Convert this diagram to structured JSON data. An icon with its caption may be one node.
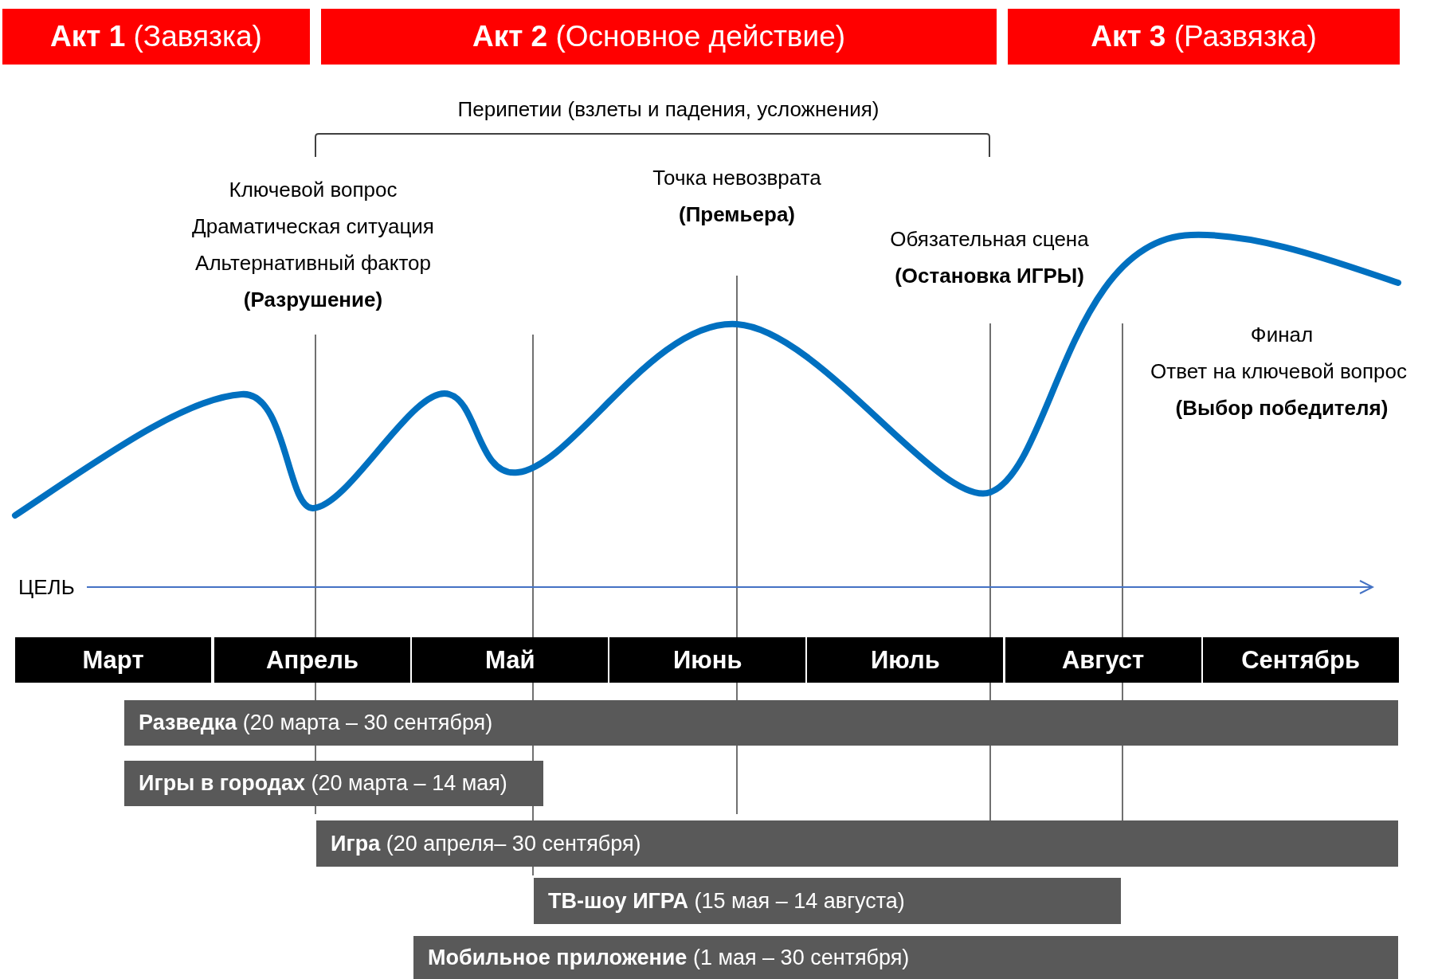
{
  "diagram": {
    "nodes": [
      {
        "text": [
          "**Акт 1** (Завязка)"
        ]
      },
      {
        "text": [
          "**Акт 2** (Основное действие)"
        ]
      },
      {
        "text": [
          "**Акт 3** (Развязка)"
        ]
      },
      {
        "text": [
          "Март"
        ]
      },
      {
        "text": [
          "Апрель"
        ]
      },
      {
        "text": [
          "Май"
        ]
      },
      {
        "text": [
          "Июнь"
        ]
      },
      {
        "text": [
          "Июль"
        ]
      },
      {
        "text": [
          "Август"
        ]
      },
      {
        "text": [
          "Сентябрь"
        ]
      },
      {
        "text": [
          "**Разведка** (20 марта – 30 сентября)"
        ]
      },
      {
        "text": [
          "**Игры в городах** (20 марта – 14 мая)"
        ]
      },
      {
        "text": [
          "**Игра** (20 апреля– 30 сентября)"
        ]
      },
      {
        "text": [
          "**ТВ-шоу ИГРА** (15 мая – 14 августа)"
        ]
      },
      {
        "text": [
          "**Мобильное приложение** (1 мая – 30 сентября)"
        ]
      }
    ],
    "labels": [
      "Перипетии (взлеты и падения, усложнения)",
      "Ключевой вопрос",
      "Драматическая ситуация",
      "Альтернативный фактор",
      "(Разрушение)",
      "Точка невозврата",
      "(Премьера)",
      "Обязательная сцена",
      "(Остановка ИГРЫ)",
      "Финал",
      "Ответ на ключевой вопрос",
      "(Выбор победителя)",
      "ЦЕЛЬ"
    ]
  }
}
